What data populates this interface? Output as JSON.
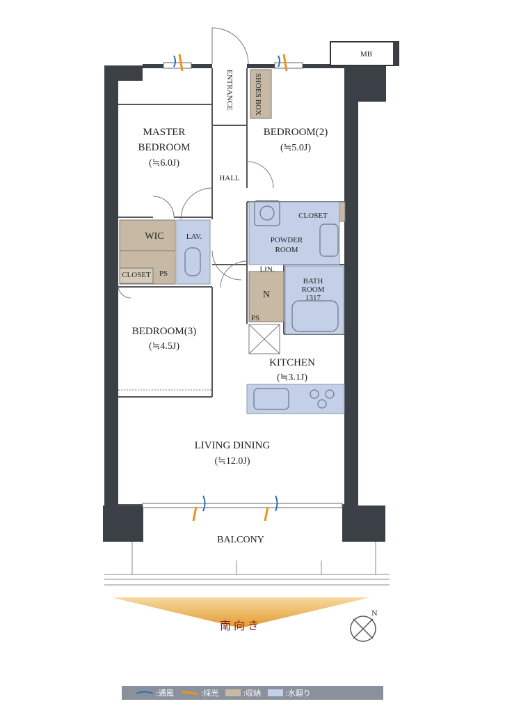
{
  "rooms": {
    "master_bedroom": {
      "line1": "MASTER",
      "line2": "BEDROOM",
      "size": "(≒6.0J)"
    },
    "bedroom2": {
      "name": "BEDROOM(2)",
      "size": "(≒5.0J)"
    },
    "bedroom3": {
      "name": "BEDROOM(3)",
      "size": "(≒4.5J)"
    },
    "living_dining": {
      "name": "LIVING DINING",
      "size": "(≒12.0J)"
    },
    "kitchen": {
      "name": "KITCHEN",
      "size": "(≒3.1J)"
    },
    "powder_room": {
      "line1": "POWDER",
      "line2": "ROOM"
    },
    "bathroom": {
      "line1": "BATH",
      "line2": "ROOM",
      "line3": "1317"
    },
    "balcony": "BALCONY",
    "hall": "HALL",
    "entrance": "ENTRANCE",
    "shoes_box": "SHOES BOX",
    "wic": "WIC",
    "lav": "LAV.",
    "closet_left": "CLOSET",
    "closet_right": "CLOSET",
    "ps_left": "PS",
    "ps_right": "PS",
    "lin": "LIN.",
    "fridge": "N",
    "mb": "MB"
  },
  "orientation": {
    "text": "南向き",
    "compass_letter": "N"
  },
  "legend": {
    "items": [
      {
        "label": ":通風",
        "color": "#2f6fb5",
        "kind": "line"
      },
      {
        "label": ":採光",
        "color": "#e8951c",
        "kind": "line"
      },
      {
        "label": ":収納",
        "color": "#c7b9a3",
        "kind": "box"
      },
      {
        "label": ":水廻り",
        "color": "#c4d0e8",
        "kind": "box"
      }
    ]
  },
  "colors": {
    "wall": "#3b3f46",
    "storage": "#c7b9a3",
    "water": "#c4d0e8",
    "accent_orange": "#e8951c",
    "breeze_blue": "#2f6fb5",
    "orientation_red": "#8b1c1c"
  }
}
